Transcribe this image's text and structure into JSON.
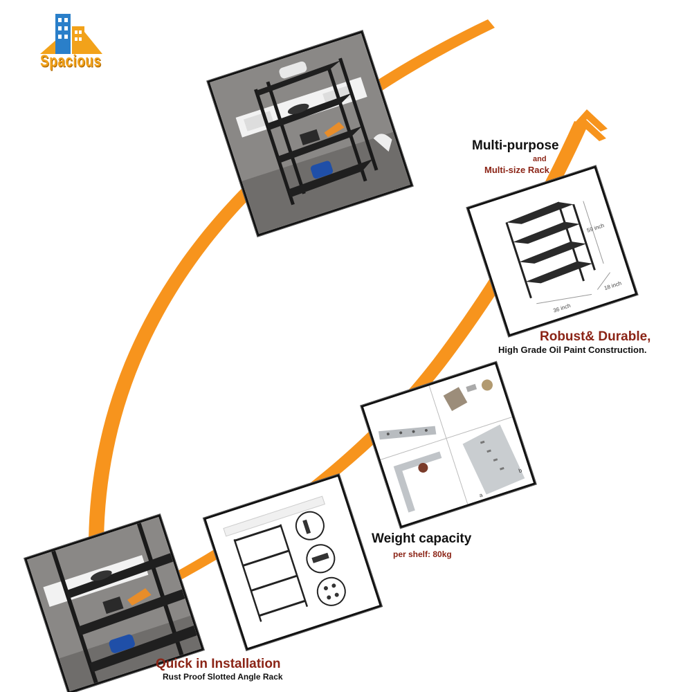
{
  "brand": {
    "name": "Spacious",
    "color": "#f2a21a"
  },
  "colors": {
    "arc": "#f7941d",
    "accent_red": "#8b2416",
    "frame": "#111111"
  },
  "features": {
    "multipurpose": {
      "title": "Multi-purpose",
      "connector": "and",
      "subtitle": "Multi-size Rack"
    },
    "robust": {
      "title": "Robust& Durable,",
      "subtitle": "High Grade Oil Paint Construction."
    },
    "weight": {
      "title": "Weight capacity",
      "subtitle": "per shelf: 80kg"
    },
    "installation": {
      "title": "Quick in Installation",
      "subtitle": "Rust Proof Slotted Angle Rack"
    }
  },
  "dimensions": {
    "height": "59 inch",
    "width": "36 inch",
    "depth": "18 inch"
  },
  "part_labels": {
    "a": "a",
    "b": "b"
  }
}
